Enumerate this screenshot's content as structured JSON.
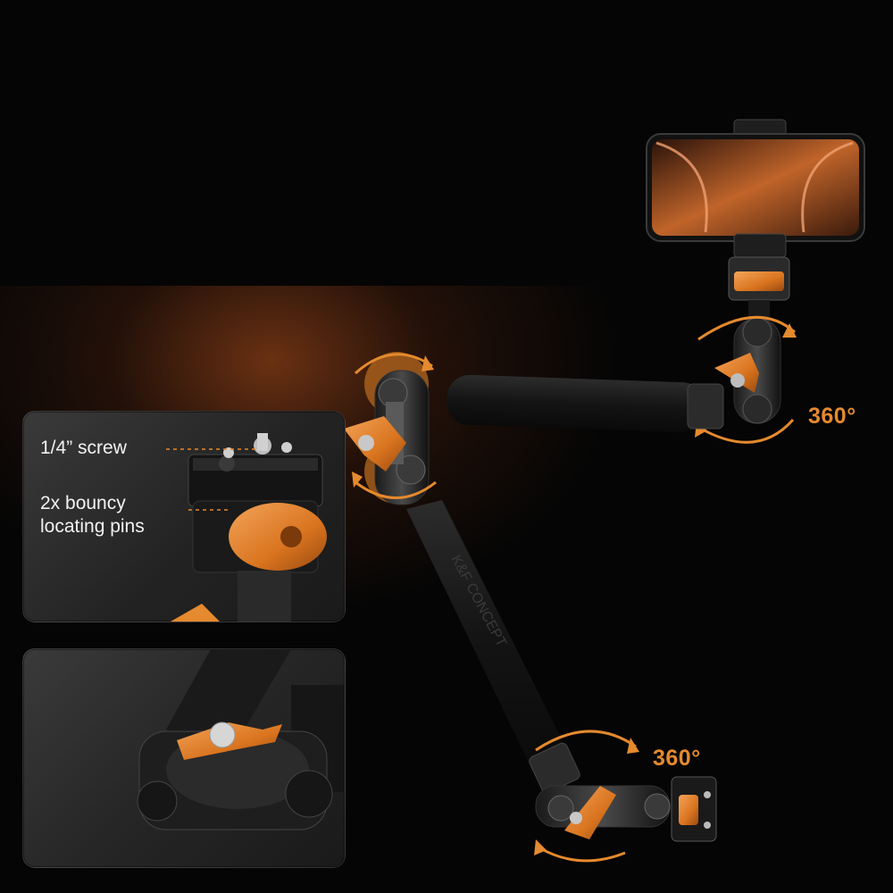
{
  "callouts": {
    "screw": "1/4” screw",
    "pins": "2x bouncy\nlocating pins"
  },
  "rotation": {
    "upper": "360°",
    "lower": "360°"
  },
  "arm_branding": "K&F CONCEPT",
  "colors": {
    "accent": "#e58a2e",
    "background": "#050505",
    "foam": "#1a1a1a"
  }
}
